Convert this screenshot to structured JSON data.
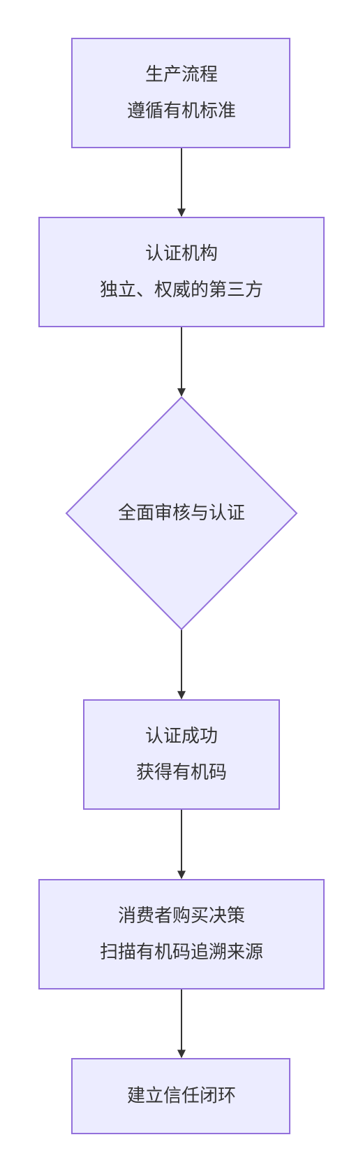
{
  "colors": {
    "node_fill": "#ECECFF",
    "node_stroke": "#9370DB",
    "edge": "#333333",
    "text": "#333333"
  },
  "nodes": [
    {
      "id": "production",
      "shape": "rect",
      "lines": [
        "生产流程",
        "遵循有机标准"
      ]
    },
    {
      "id": "certifier",
      "shape": "rect",
      "lines": [
        "认证机构",
        "独立、权威的第三方"
      ]
    },
    {
      "id": "review",
      "shape": "diamond",
      "lines": [
        "全面审核与认证"
      ]
    },
    {
      "id": "success",
      "shape": "rect",
      "lines": [
        "认证成功",
        "获得有机码"
      ]
    },
    {
      "id": "consumer",
      "shape": "rect",
      "lines": [
        "消费者购买决策",
        "扫描有机码追溯来源"
      ]
    },
    {
      "id": "trust",
      "shape": "rect",
      "lines": [
        "建立信任闭环"
      ]
    }
  ],
  "edges": [
    {
      "from": "production",
      "to": "certifier"
    },
    {
      "from": "certifier",
      "to": "review"
    },
    {
      "from": "review",
      "to": "success"
    },
    {
      "from": "success",
      "to": "consumer"
    },
    {
      "from": "consumer",
      "to": "trust"
    }
  ]
}
